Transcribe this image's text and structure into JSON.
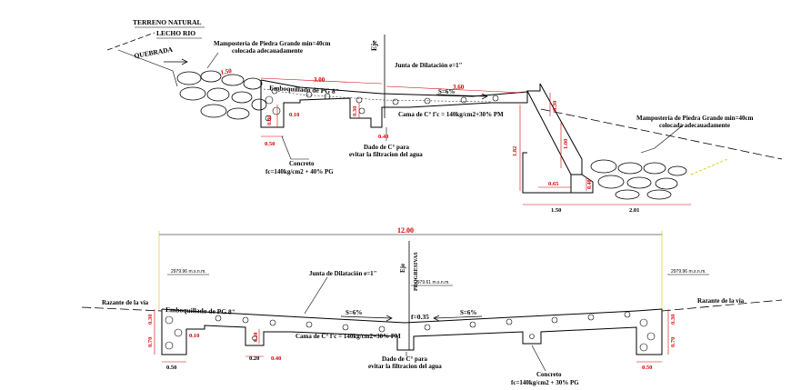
{
  "top": {
    "terreno_natural": "TERRENO NATURAL",
    "lecho_rio": "LECHO RIO",
    "quebrada": "QUEBRADA",
    "mamposteria_left_1": "Mampostería de Piedra Grande min=40cm",
    "mamposteria_left_2": "colocada adecauadamente",
    "eje": "Eje",
    "junta": "Junta de Dilatación e=1\"",
    "emboquillado": "Emboquillado de PG 8\"",
    "slope": "S=6%",
    "cama": "Cama de C° f'c = 140kg/cm2+30% PM",
    "mamposteria_right_1": "Mampostería de Piedra Grande min=40cm",
    "mamposteria_right_2": "colocada adecauadamente",
    "dado_1": "Dado de C° para",
    "dado_2": "evitar la filtracion del agua",
    "concreto_1": "Concreto",
    "concreto_2": "fc=140kg/cm2 + 40% PG",
    "dims": {
      "d150": "1.50",
      "d300": "3.00",
      "d360": "3.60",
      "d080": "0.80",
      "d010": "0.10",
      "d050": "0.50",
      "d030": "0.30",
      "d040": "0.40",
      "d030b": "0.30",
      "d100": "1.00",
      "d182": "1.82",
      "d065": "0.65",
      "d040b": "0.40",
      "d150b": "1.50",
      "d201": "2.01"
    }
  },
  "bottom": {
    "total": "12.00",
    "eje": "Eje",
    "progresivas": "PROGRESIVAS",
    "elev_left": "2979.96 m.s.n.m.",
    "elev_center": "2979.61 m.s.n.m.",
    "elev_right": "2979.96 m.s.n.m.",
    "junta": "Junta de Dilatación e=1\"",
    "rasante_left": "Razante de la vía",
    "rasante_right": "Razante de la vía",
    "emboquillado": "Emboquillado de PG 8\"",
    "slope_left": "S=6%",
    "f_value": "f=0.35",
    "slope_right": "S=6%",
    "cama": "Cama de C° f'c = 140kg/cm2+30% PM",
    "dado_1": "Dado de C° para",
    "dado_2": "evitar la filtracion del agua",
    "concreto_1": "Concreto",
    "concreto_2": "fc=140kg/cm2 + 30% PG",
    "dims": {
      "d030l": "0.30",
      "d070l": "0.70",
      "d010": "0.10",
      "d050l": "0.50",
      "d030c": "0.30",
      "d020": "0.20",
      "d040": "0.40",
      "d030r": "0.30",
      "d070r": "0.70",
      "d050r": "0.50"
    }
  }
}
